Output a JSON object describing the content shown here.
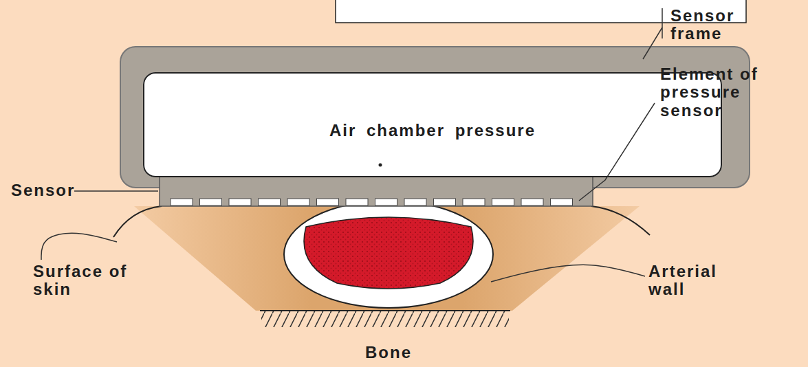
{
  "diagram": {
    "nodes": [
      {
        "text": [
          "Air chamber pressure"
        ]
      }
    ],
    "labels": [
      "Sensor frame",
      "Element of pressure sensor",
      "Sensor",
      "Surface of skin",
      "Arterial wall",
      "Bone"
    ]
  }
}
